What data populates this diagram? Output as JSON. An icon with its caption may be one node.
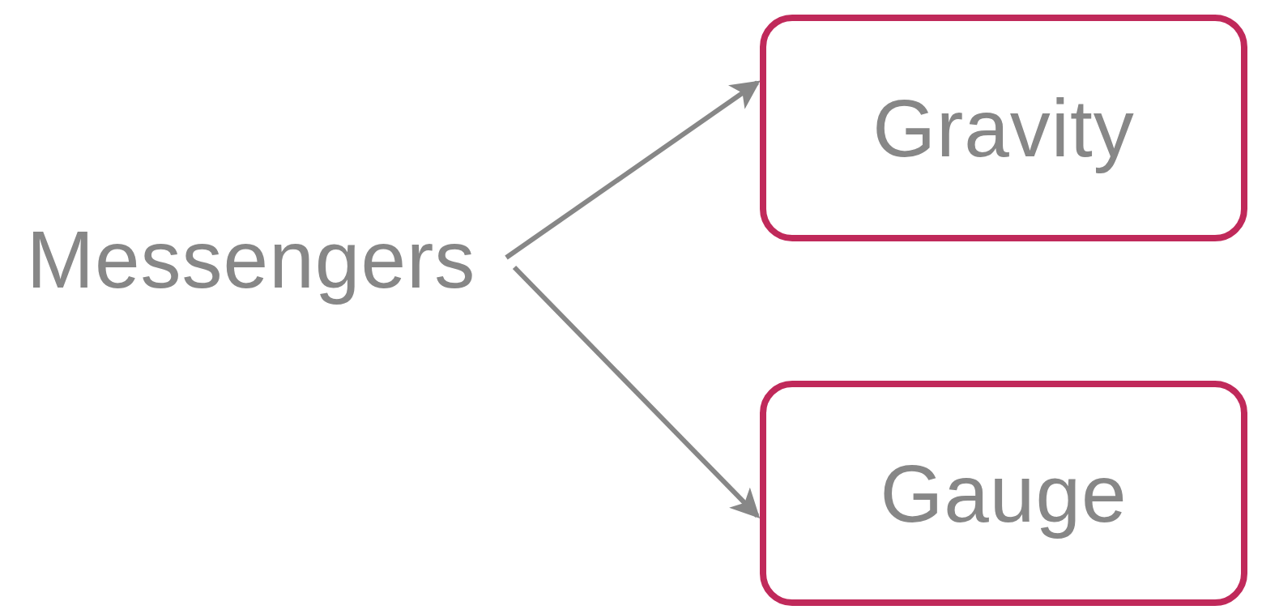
{
  "diagram": {
    "nodes": [
      {
        "text": [
          "Messengers"
        ]
      },
      {
        "text": [
          "Gravity"
        ]
      },
      {
        "text": [
          "Gauge"
        ]
      }
    ],
    "edges": [
      {
        "from": 0,
        "to": 1,
        "arrow": "to"
      },
      {
        "from": 0,
        "to": 2,
        "arrow": "to"
      }
    ]
  }
}
